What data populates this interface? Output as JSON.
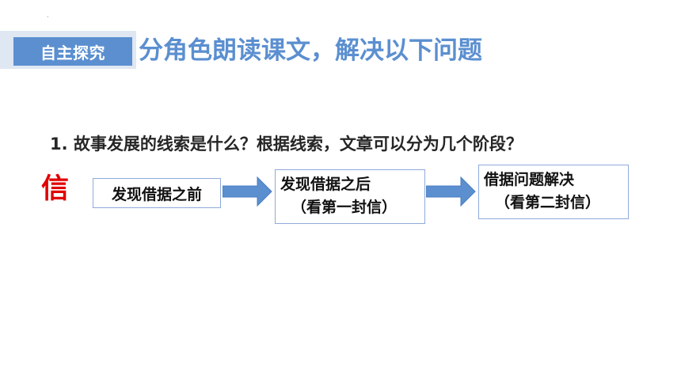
{
  "tag": {
    "label": "自主探究"
  },
  "heading": {
    "text": "分角色朗读课文，解决以下问题"
  },
  "question": {
    "text": "1. 故事发展的线索是什么？根据线索，文章可以分为几个阶段？"
  },
  "clue": {
    "label": "信"
  },
  "stages": [
    {
      "line1": "发现借据之前"
    },
    {
      "line1": "发现借据之后",
      "line2": "（看第一封信）"
    },
    {
      "line1": "借据问题解决",
      "line2": "（看第二封信）"
    }
  ],
  "colors": {
    "accent": "#5b8fd0",
    "clue": "#e00000",
    "arrow": "#5b8fd0"
  }
}
